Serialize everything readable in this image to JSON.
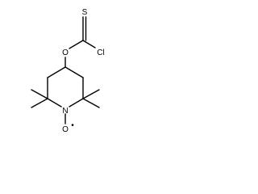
{
  "molecule": {
    "atoms": {
      "sulfur": "S",
      "oxygen_ester": "O",
      "chlorine": "Cl",
      "nitrogen": "N",
      "oxygen_radical": "O"
    },
    "radical_dot": "•"
  }
}
